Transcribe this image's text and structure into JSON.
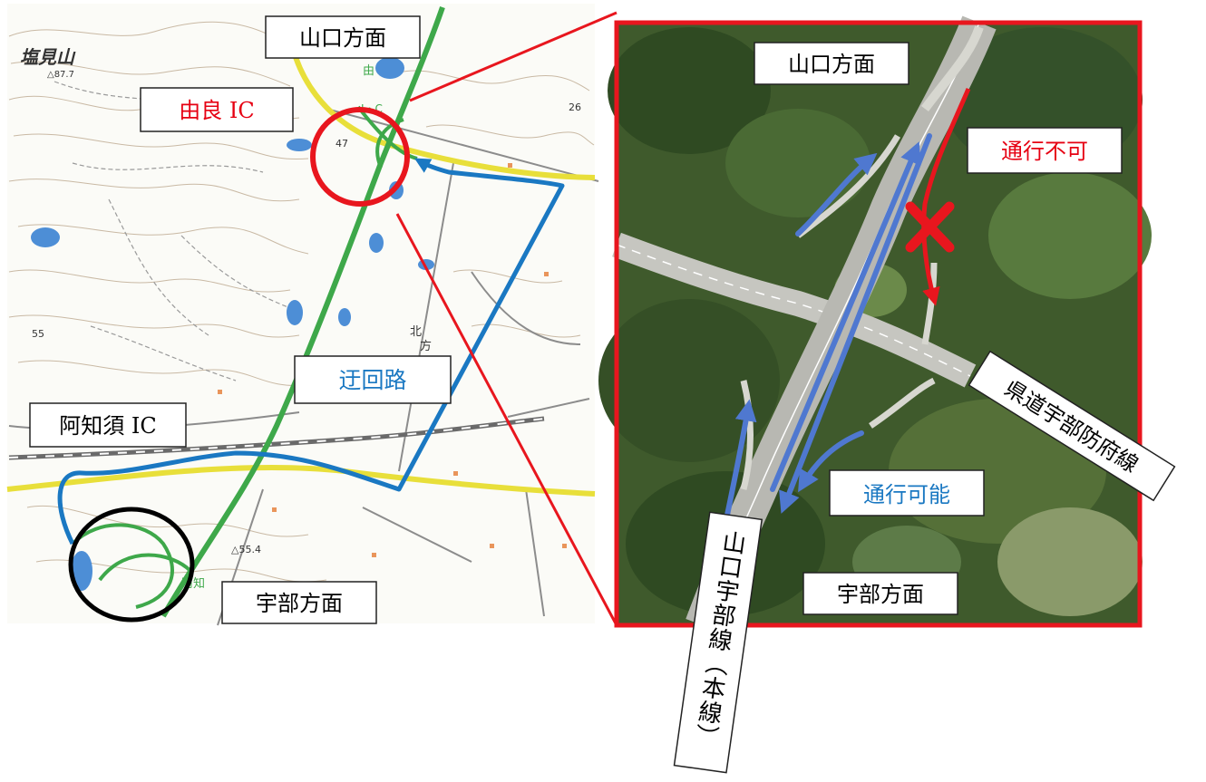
{
  "left_map": {
    "place_labels": {
      "shiomiyama": "塩見山",
      "spot_height_summit": "△87.7",
      "elev_47": "47",
      "elev_55": "55",
      "elev_26": "26",
      "elev_554": "△55.4",
      "kita": "北",
      "kata": "方",
      "yura_map": "由",
      "ic_map": "I・C",
      "achi_map": "阿知"
    },
    "callouts": {
      "yamaguchi": "山口方面",
      "yura_ic": "由良 IC",
      "detour": "迂回路",
      "achisu_ic": "阿知須 IC",
      "ube": "宇部方面"
    }
  },
  "aerial_photo": {
    "callouts": {
      "yamaguchi": "山口方面",
      "no_passage": "通行不可",
      "prefectural_road": "県道宇部防府線",
      "passable": "通行可能",
      "ube": "宇部方面",
      "main_line": "山口宇部線（本線）"
    }
  },
  "colors": {
    "route_blue": "#1a78c2",
    "highway_green": "#3ea84a",
    "national_road_yellow": "#e8df3a",
    "highlight_red": "#e8161e",
    "ic_circle_black": "#000000",
    "flow_arrow_blue": "#4f78d0",
    "callout_blue_text": "#1a78c2",
    "callout_red_text": "#e60012"
  }
}
